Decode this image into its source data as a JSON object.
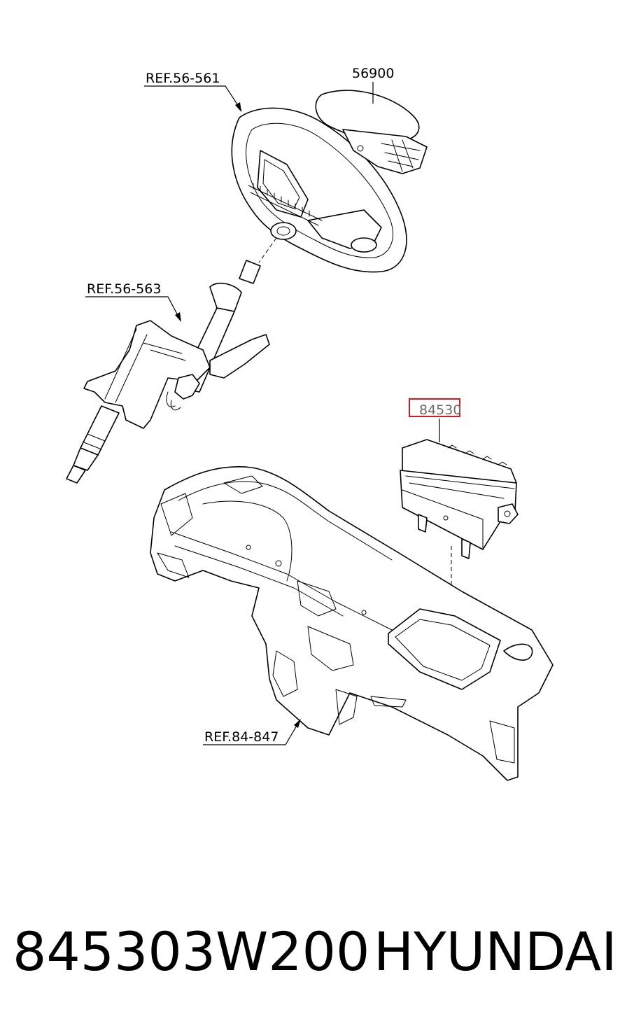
{
  "callouts": {
    "ref_wheel": "REF.56-561",
    "horn_pad": "56900",
    "ref_column": "REF.56-563",
    "airbag": "84530",
    "ref_crash_pad": "REF.84-847"
  },
  "highlight_color": "#e0141e",
  "footer": {
    "part_number": "845303W200",
    "brand": "HYUNDAI"
  }
}
